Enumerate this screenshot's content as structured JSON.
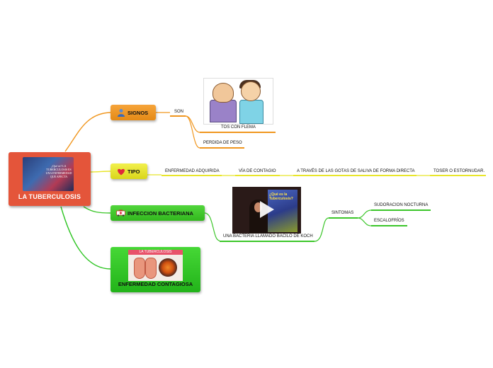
{
  "root": {
    "label": "LA TUBERCULOSIS",
    "image_text": "¿Qué es? LA TUBERCULOSIS ES UNA ENFERMEDAD QUE AFECTA"
  },
  "branches": {
    "signos": {
      "label": "SIGNOS",
      "icon": "person-icon",
      "connector": "SON",
      "children": [
        "TOS CON FLEMA",
        "PERDIDA DE PESO"
      ]
    },
    "tipo": {
      "label": "TIPO",
      "icon": "heart-icon",
      "chain": [
        "ENFERMEDAD ADQUIRIDA",
        "VÍA DE CONTAGIO",
        "A TRAVÉS DE LAS GOTAS DE SALIVA DE FORMA DIRECTA",
        "TOSER O ESTORNUDAR."
      ]
    },
    "infeccion": {
      "label": "INFECCION BACTERIANA",
      "icon": "ambulance-icon",
      "child": "UNA BACTERIA LLAMADO BACILO DE KOCH",
      "video_title": "¿Qué es la Tuberculosis?",
      "sintomas": "SINTOMAS",
      "sintomas_children": [
        "SUDORACION NOCTURNA",
        "ESCALOFRÍOS"
      ]
    },
    "contagiosa": {
      "label": "ENFERMEDAD CONTAGIOSA",
      "image_header": "LA TUBERCULOSIS"
    }
  },
  "colors": {
    "root": "#e4553a",
    "signos": "#f0961e",
    "tipo": "#e8e52a",
    "infeccion": "#3cc62a",
    "contagiosa": "#2fc524"
  }
}
